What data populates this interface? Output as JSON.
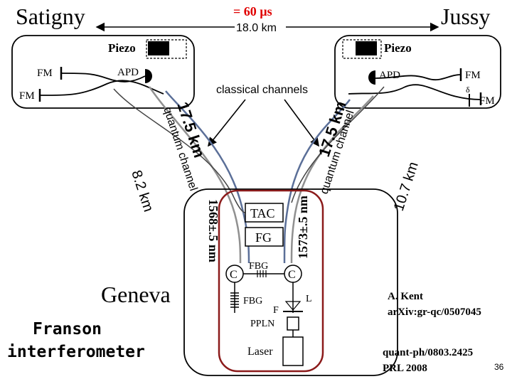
{
  "sites": {
    "left": "Satigny",
    "right": "Jussy",
    "center": "Geneva"
  },
  "link": {
    "time": "= 60 µs",
    "distance": "18.0 km"
  },
  "left_station": {
    "piezo": "Piezo",
    "fm_top": "FM",
    "fm_side": "FM",
    "apd": "APD"
  },
  "right_station": {
    "piezo": "Piezo",
    "fm_top": "FM",
    "fm_side": "FM",
    "delta": "δ",
    "apd": "APD"
  },
  "classical_channels": "classical channels",
  "fibers": {
    "left_quantum_distance": "17.5 km",
    "left_quantum_label": "quantum channel",
    "right_quantum_distance": "17.5 km",
    "right_quantum_label": "quantum channel",
    "left_classical": "8.2 km",
    "right_classical": "10.7 km"
  },
  "source": {
    "tac": "TAC",
    "fg": "FG",
    "fbg_top": "FBG",
    "fbg_bottom": "FBG",
    "circulator_left": "C",
    "circulator_right": "C",
    "f": "F",
    "l": "L",
    "ppln": "PPLN",
    "laser": "Laser",
    "wavelength_left": "1568±.5 nm",
    "wavelength_right": "1573±.5 nm"
  },
  "caption": {
    "line1": "Franson",
    "line2": "interferometer"
  },
  "refs": {
    "author": "A. Kent",
    "arxiv": "arXiv:gr-qc/0507045",
    "quant_ph": "quant-ph/0803.2425",
    "prl": "PRL 2008"
  },
  "page_number": "36",
  "colors": {
    "source_border": "#8b1a1a",
    "quantum_fiber": "#909090",
    "classical_fiber": "#5b6f98"
  }
}
